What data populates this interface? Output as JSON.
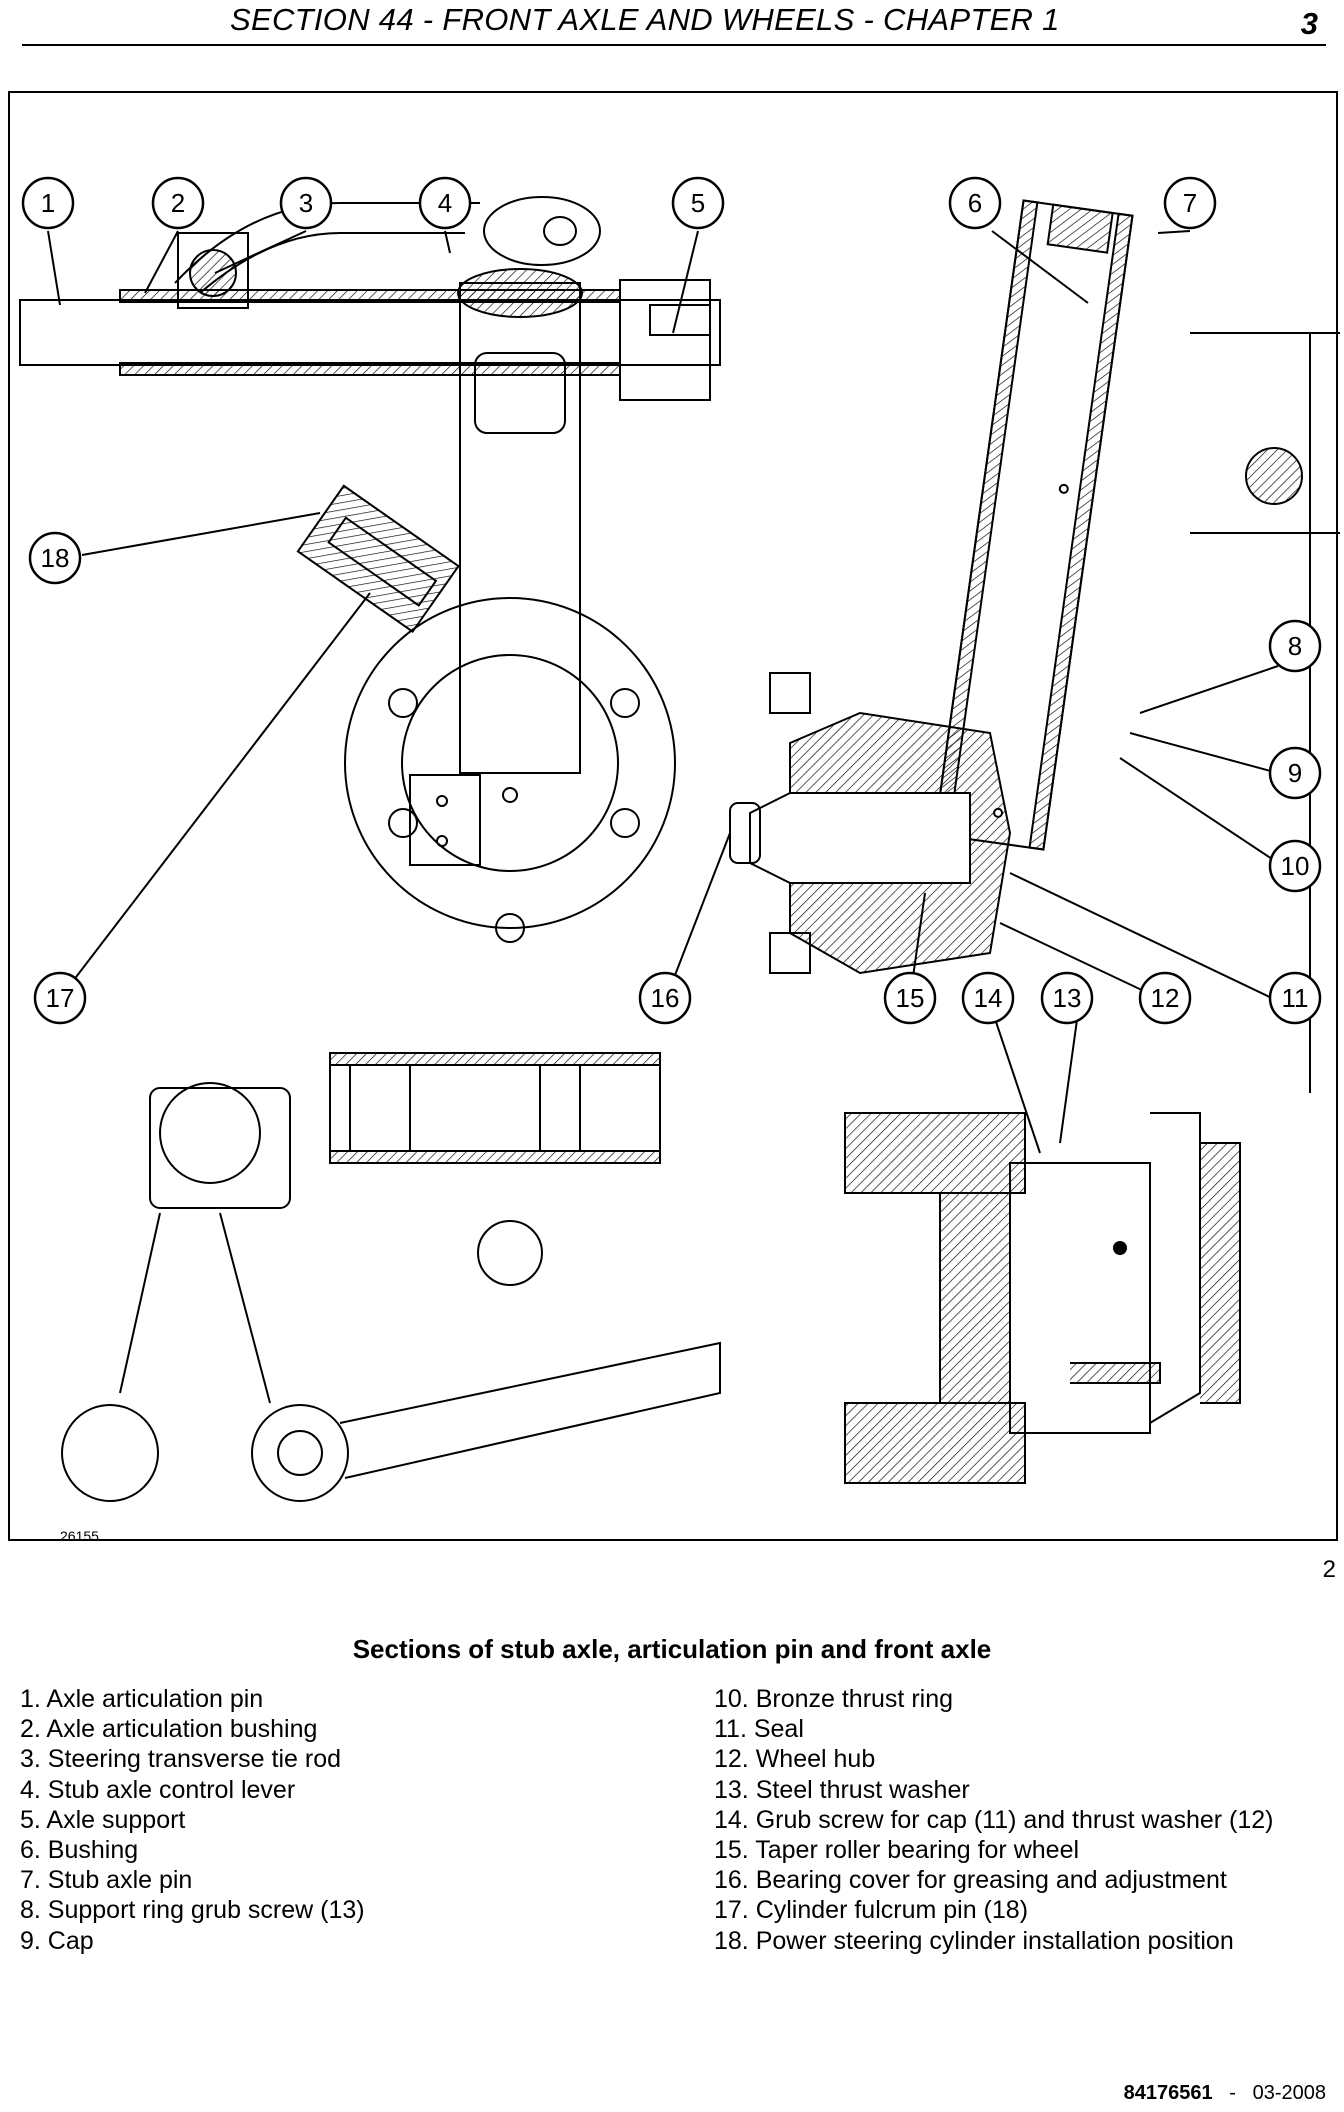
{
  "header": {
    "title": "SECTION 44 - FRONT AXLE AND WHEELS - CHAPTER 1",
    "page": "3"
  },
  "figure": {
    "code": "26155",
    "number": "2",
    "callouts": [
      "1",
      "2",
      "3",
      "4",
      "5",
      "6",
      "7",
      "8",
      "9",
      "10",
      "11",
      "12",
      "13",
      "14",
      "15",
      "16",
      "17",
      "18"
    ]
  },
  "caption": {
    "title": "Sections of stub axle, articulation pin and front axle"
  },
  "legend": {
    "left": [
      "1. Axle articulation pin",
      "2. Axle articulation bushing",
      "3. Steering transverse tie rod",
      "4. Stub axle control lever",
      "5. Axle support",
      "6. Bushing",
      "7. Stub axle pin",
      "8. Support ring grub screw (13)",
      "9. Cap"
    ],
    "right": [
      "10. Bronze thrust ring",
      "11. Seal",
      "12. Wheel hub",
      "13. Steel thrust washer",
      "14. Grub screw for cap (11) and thrust washer (12)",
      "15. Taper roller bearing for wheel",
      "16. Bearing cover for greasing and adjustment",
      "17. Cylinder fulcrum pin (18)",
      "18. Power steering cylinder installation position"
    ]
  },
  "footer": {
    "doc_number": "84176561",
    "separator": "-",
    "date": "03-2008"
  }
}
